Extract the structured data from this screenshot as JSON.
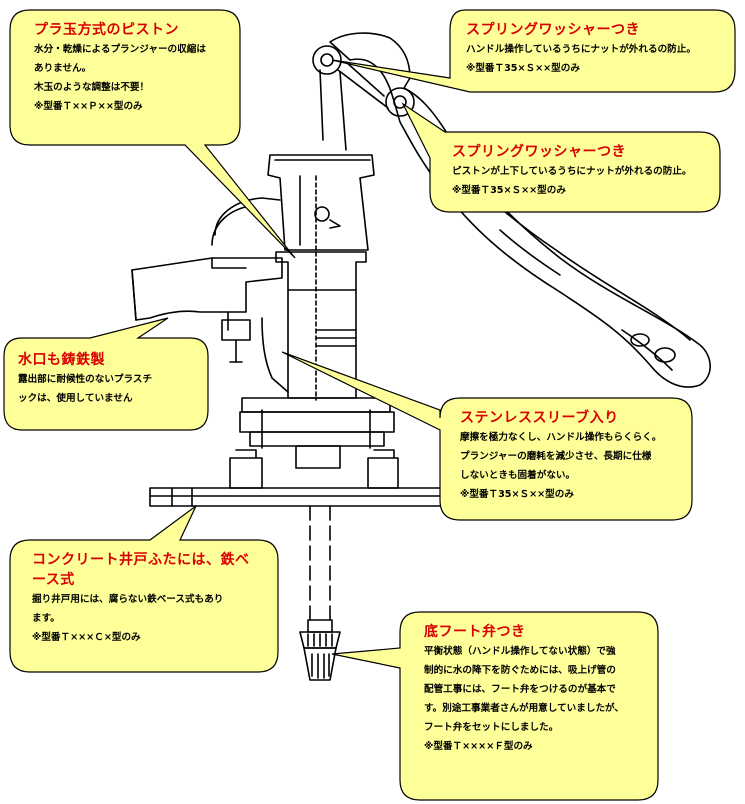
{
  "colors": {
    "callout_fill": "#ffff99",
    "callout_stroke": "#000000",
    "title_text": "#d80000",
    "body_text": "#000000",
    "drawing_line": "#000000"
  },
  "callouts": [
    {
      "id": "plastic-ball-piston",
      "title": "プラ玉方式のピストン",
      "lines": [
        "水分・乾燥によるプランジャーの収縮は",
        "ありません。",
        "木玉のような調整は不要！"
      ],
      "model": "※型番Ｔ××Ｐ××型のみ"
    },
    {
      "id": "spring-washer-1",
      "title": "スプリングワッシャーつき",
      "lines": [
        "ハンドル操作しているうちにナットが外れるの防止。"
      ],
      "model": "※型番Ｔ35×Ｓ××型のみ"
    },
    {
      "id": "spring-washer-2",
      "title": "スプリングワッシャーつき",
      "lines": [
        "ピストンが上下しているうちにナットが外れるの防止。"
      ],
      "model": "※型番Ｔ35×Ｓ××型のみ"
    },
    {
      "id": "cast-iron-spout",
      "title": "水口も鋳鉄製",
      "lines": [
        "露出部に耐候性のないプラスチ",
        "ックは、使用していません"
      ],
      "model": ""
    },
    {
      "id": "stainless-sleeve",
      "title": "ステンレススリーブ入り",
      "lines": [
        "摩擦を極力なくし、ハンドル操作もらくらく。",
        "プランジャーの磨耗を減少させ、長期に仕様",
        "しないときも固着がない。"
      ],
      "model": "※型番Ｔ35×Ｓ××型のみ"
    },
    {
      "id": "concrete-base",
      "title": "コンクリート井戸ふたには、鉄ベ",
      "title2": "ース式",
      "lines": [
        "掘り井戸用には、腐らない鉄ベース式もあり",
        "ます。"
      ],
      "model": "※型番Ｔ×××Ｃ×型のみ"
    },
    {
      "id": "foot-valve",
      "title": "底フート弁つき",
      "lines": [
        "平衡状態（ハンドル操作してない状態）で強",
        "制的に水の降下を防ぐためには、吸上げ管の",
        "配管工事には、フート弁をつけるのが基本で",
        "す。別途工事業者さんが用意していましたが、",
        "フート弁をセットにしました。"
      ],
      "model": "※型番Ｔ××××Ｆ型のみ"
    }
  ]
}
